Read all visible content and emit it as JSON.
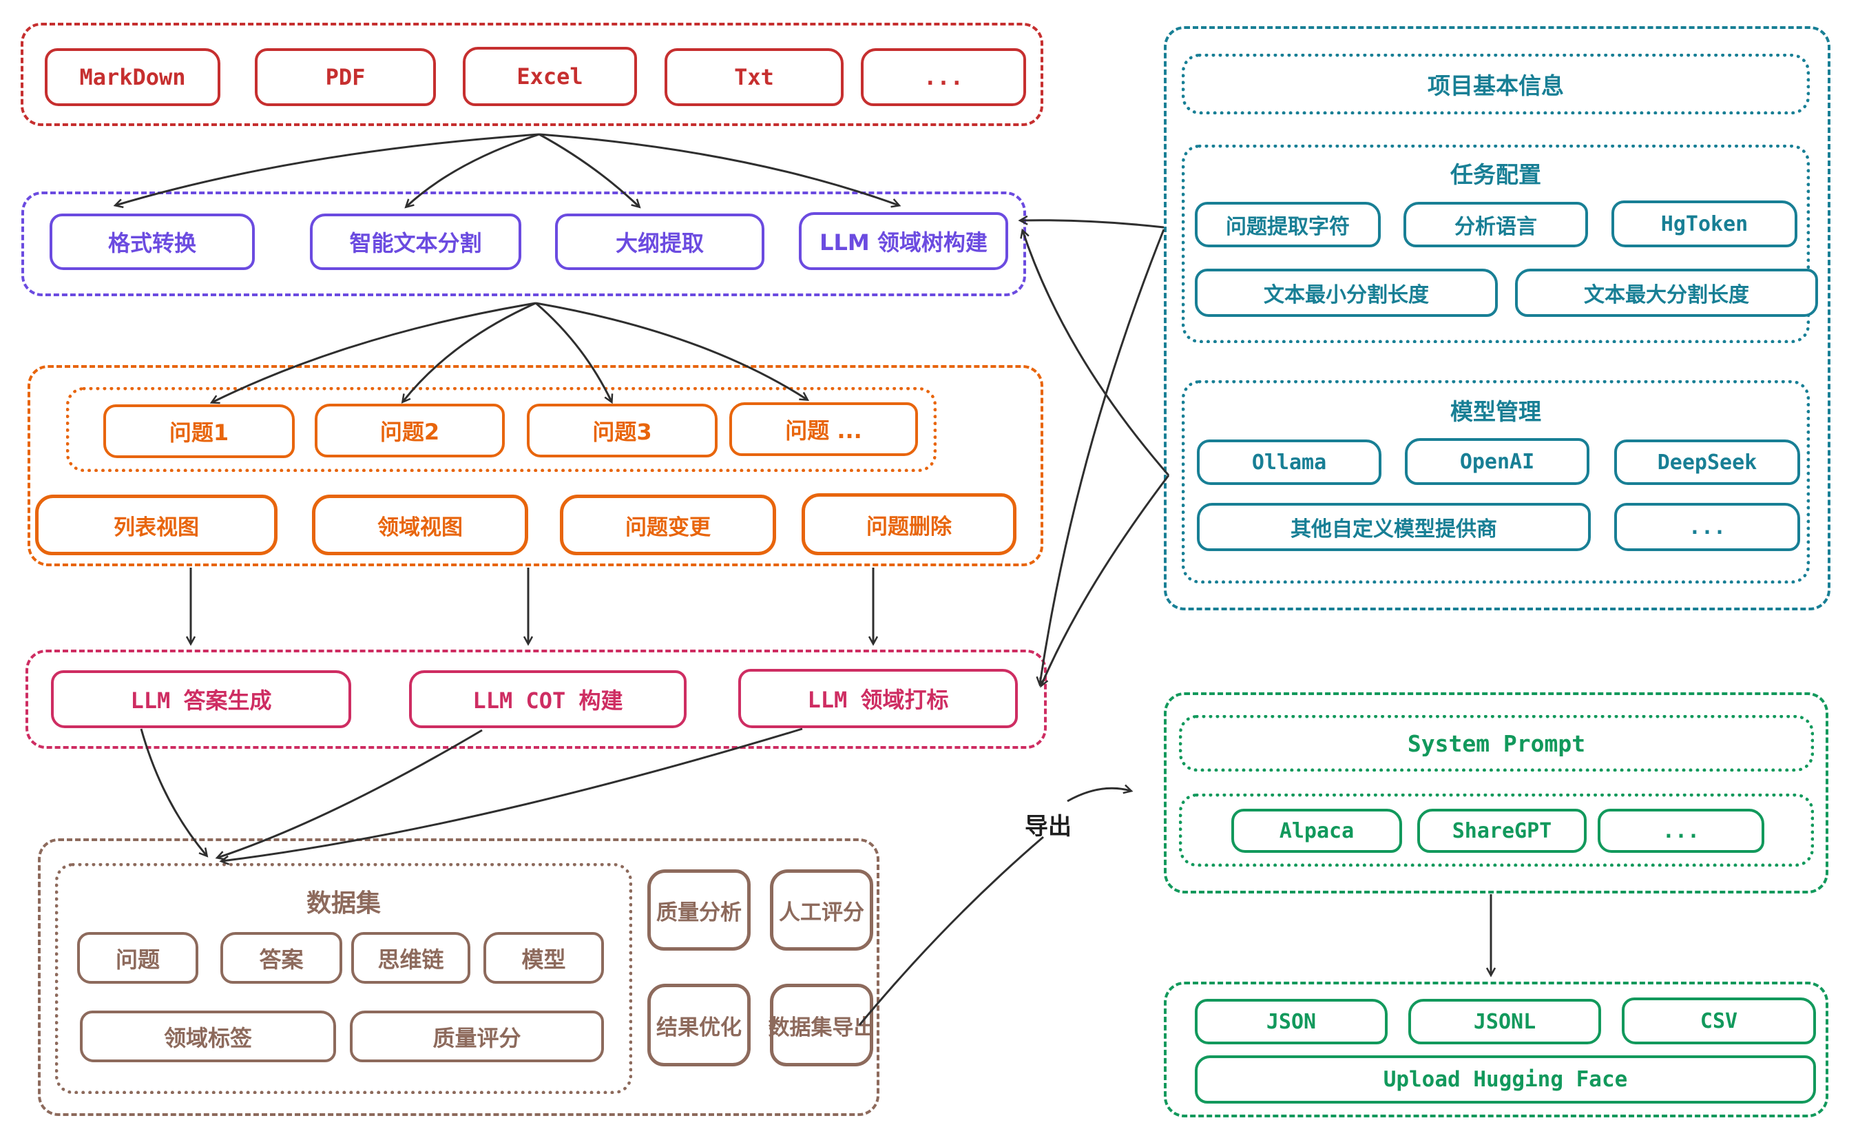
{
  "flow": {
    "sources": {
      "items": [
        "MarkDown",
        "PDF",
        "Excel",
        "Txt",
        "..."
      ]
    },
    "processing": {
      "items": [
        "格式转换",
        "智能文本分割",
        "大纲提取",
        "LLM 领域树构建"
      ]
    },
    "questions": {
      "generated": [
        "问题1",
        "问题2",
        "问题3",
        "问题 ..."
      ],
      "actions": [
        "列表视图",
        "领域视图",
        "问题变更",
        "问题删除"
      ]
    },
    "llm_ops": {
      "items": [
        "LLM 答案生成",
        "LLM COT 构建",
        "LLM 领域打标"
      ]
    },
    "dataset": {
      "title": "数据集",
      "fields_row1": [
        "问题",
        "答案",
        "思维链",
        "模型"
      ],
      "fields_row2": [
        "领域标签",
        "质量评分"
      ],
      "tools": [
        "质量分析",
        "人工评分",
        "结果优化",
        "数据集导出"
      ]
    }
  },
  "config": {
    "project_info": "项目基本信息",
    "task": {
      "title": "任务配置",
      "row1": [
        "问题提取字符",
        "分析语言",
        "HgToken"
      ],
      "row2": [
        "文本最小分割长度",
        "文本最大分割长度"
      ]
    },
    "models": {
      "title": "模型管理",
      "row1": [
        "Ollama",
        "OpenAI",
        "DeepSeek"
      ],
      "row2": [
        "其他自定义模型提供商",
        "..."
      ]
    }
  },
  "export": {
    "label": "导出",
    "prompt_title": "System Prompt",
    "formats": [
      "Alpaca",
      "ShareGPT",
      "..."
    ],
    "file_formats": [
      "JSON",
      "JSONL",
      "CSV"
    ],
    "upload": "Upload Hugging Face"
  },
  "colors": {
    "red": "#c62f2f",
    "purple": "#6b4be0",
    "orange": "#e8650c",
    "pink": "#ce2d62",
    "brown": "#8d6a5c",
    "teal": "#187f95",
    "green": "#12995c",
    "arrow": "#2f2f2f"
  }
}
